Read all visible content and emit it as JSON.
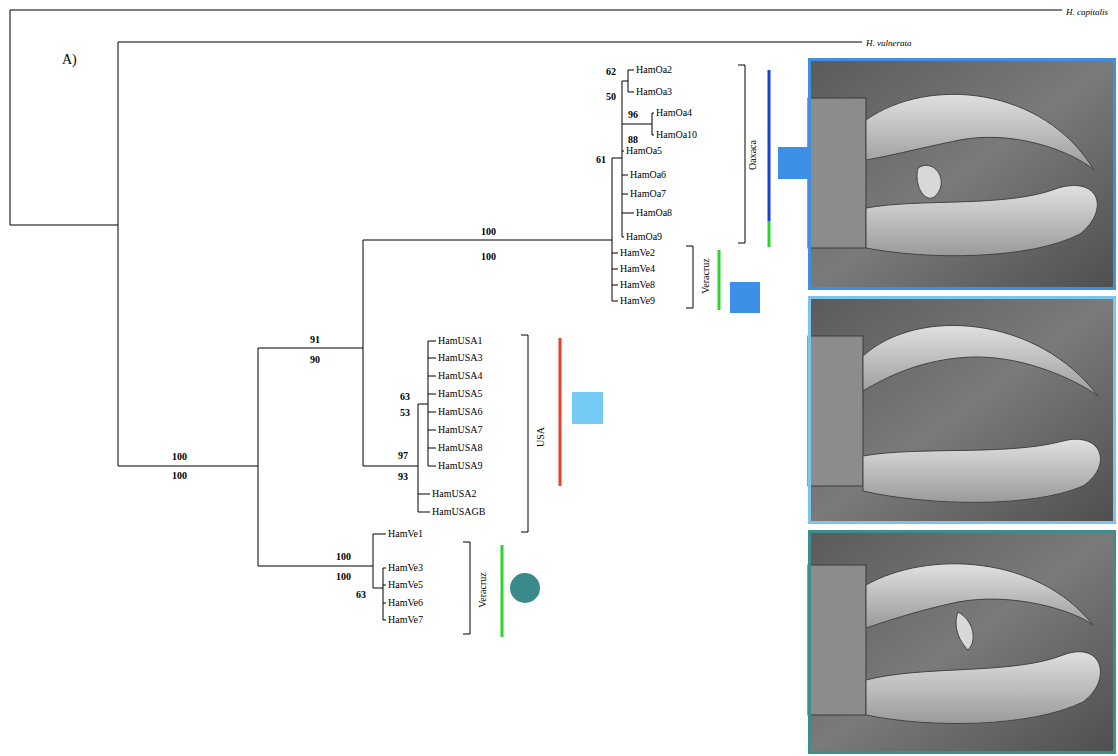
{
  "diagram": {
    "labels": [
      "H. capitalis",
      "A)",
      "H. vulnerata",
      "62",
      "HamOa2",
      "50",
      "HamOa3",
      "96",
      "HamOa4",
      "88",
      "HamOa10",
      "HamOa5",
      "61",
      "HamOa6",
      "HamOa7",
      "HamOa8",
      "HamOa9",
      "Oaxaca",
      "100",
      "100",
      "HamVe2",
      "HamVe4",
      "HamVe8",
      "HamVe9",
      "Veracruz",
      "91",
      "90",
      "HamUSA1",
      "HamUSA3",
      "HamUSA4",
      "63",
      "53",
      "HamUSA5",
      "HamUSA6",
      "HamUSA7",
      "HamUSA8",
      "97",
      "93",
      "HamUSA9",
      "HamUSA2",
      "HamUSAGB",
      "USA",
      "100",
      "100",
      "HamVe1",
      "100",
      "100",
      "HamVe3",
      "63",
      "HamVe5",
      "HamVe6",
      "HamVe7",
      "Veracruz"
    ]
  }
}
